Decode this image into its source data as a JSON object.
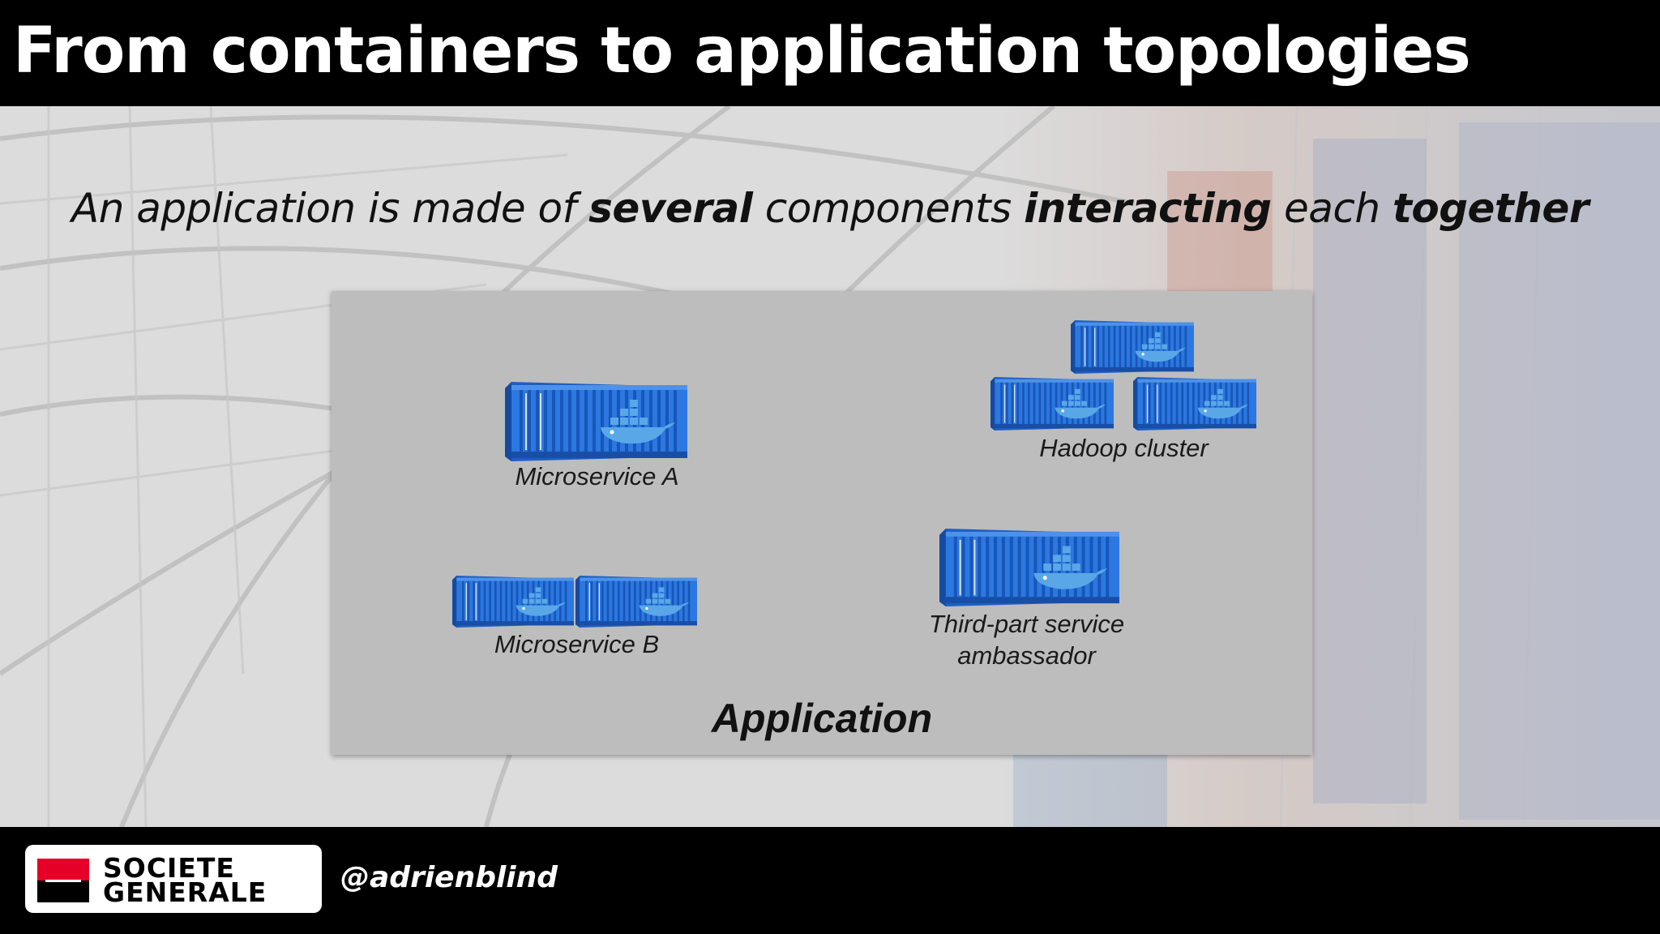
{
  "slide": {
    "title": "From containers to application topologies",
    "subtitle_parts": [
      {
        "text": "An application is made of ",
        "bold": false
      },
      {
        "text": "several",
        "bold": true
      },
      {
        "text": " components ",
        "bold": false
      },
      {
        "text": "interacting",
        "bold": true
      },
      {
        "text": " each ",
        "bold": false
      },
      {
        "text": "together",
        "bold": true
      }
    ]
  },
  "diagram": {
    "components": [
      {
        "label": "Microservice A",
        "icon": "docker-container-icon",
        "containers": 1
      },
      {
        "label": "Hadoop cluster",
        "icon": "docker-container-icon",
        "containers": 3
      },
      {
        "label": "Microservice B",
        "icon": "docker-container-icon",
        "containers": 2
      },
      {
        "label_line1": "Third-part service",
        "label_line2": "ambassador",
        "icon": "docker-container-icon",
        "containers": 1
      }
    ],
    "group_label": "Application"
  },
  "footer": {
    "logo_line1": "SOCIETE",
    "logo_line2": "GENERALE",
    "handle": "@adrienblind"
  },
  "colors": {
    "container_blue": "#1f6ad6",
    "logo_red": "#e60028",
    "bar_black": "#000000",
    "panel_grey": "#bdbdbd"
  }
}
